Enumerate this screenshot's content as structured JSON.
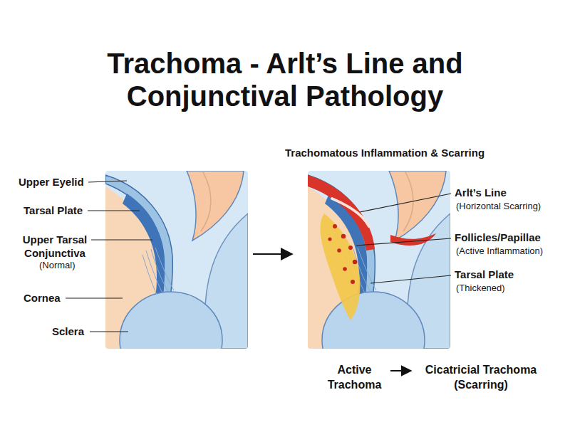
{
  "diagram": {
    "title": "Trachoma - Arlt’s Line and Conjunctival Pathology",
    "nodes": [
      {
        "text": [
          "Active Trachoma"
        ]
      },
      {
        "text": [
          "Cicatricial Trachoma (Scarring)"
        ]
      }
    ],
    "edges": [
      {
        "from": 0,
        "to": 1,
        "arrow": "to"
      }
    ],
    "labels": [
      "Upper Eyelid",
      "Tarsal Plate",
      "Upper Tarsal Conjunctiva",
      "(Normal)",
      "Cornea",
      "Sclera",
      "Trachomatous Inflammation & Scarring",
      "Arlt’s Line",
      "(Horizontal Scarring)",
      "Follicles/Papillae",
      "(Active Inflammation)",
      "Tarsal Plate",
      "(Thickened)"
    ]
  }
}
